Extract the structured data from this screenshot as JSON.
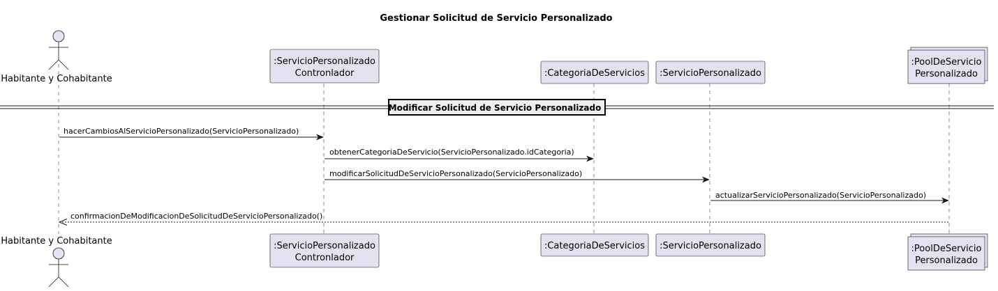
{
  "diagram": {
    "title": "Gestionar Solicitud de Servicio Personalizado",
    "divider": "Modificar Solicitud de Servicio Personalizado",
    "actor": {
      "label": "Habitante y Cohabitante"
    },
    "participants": [
      {
        "id": "controlador",
        "line1": ":ServicioPersonalizado",
        "line2": "Contronlador"
      },
      {
        "id": "categoria",
        "line1": ":CategoriaDeServicios",
        "line2": ""
      },
      {
        "id": "servicio",
        "line1": ":ServicioPersonalizado",
        "line2": ""
      },
      {
        "id": "pool",
        "line1": ":PoolDeServicio",
        "line2": "Personalizado"
      }
    ],
    "messages": [
      {
        "label": "hacerCambiosAlServicioPersonalizado(ServicioPersonalizado)",
        "from": "actor",
        "to": "controlador",
        "style": "solid"
      },
      {
        "label": "obtenerCategoriaDeServicio(ServicioPersonalizado.idCategoria)",
        "from": "controlador",
        "to": "categoria",
        "style": "solid"
      },
      {
        "label": "modificarSolicitudDeServicioPersonalizado(ServicioPersonalizado)",
        "from": "controlador",
        "to": "servicio",
        "style": "solid"
      },
      {
        "label": "actualizarServicioPersonalizado(ServicioPersonalizado)",
        "from": "servicio",
        "to": "pool",
        "style": "solid"
      },
      {
        "label": "confirmacionDeModificacionDeSolicitudDeServicioPersonalizado()",
        "from": "pool",
        "to": "actor",
        "style": "dashed"
      }
    ]
  }
}
